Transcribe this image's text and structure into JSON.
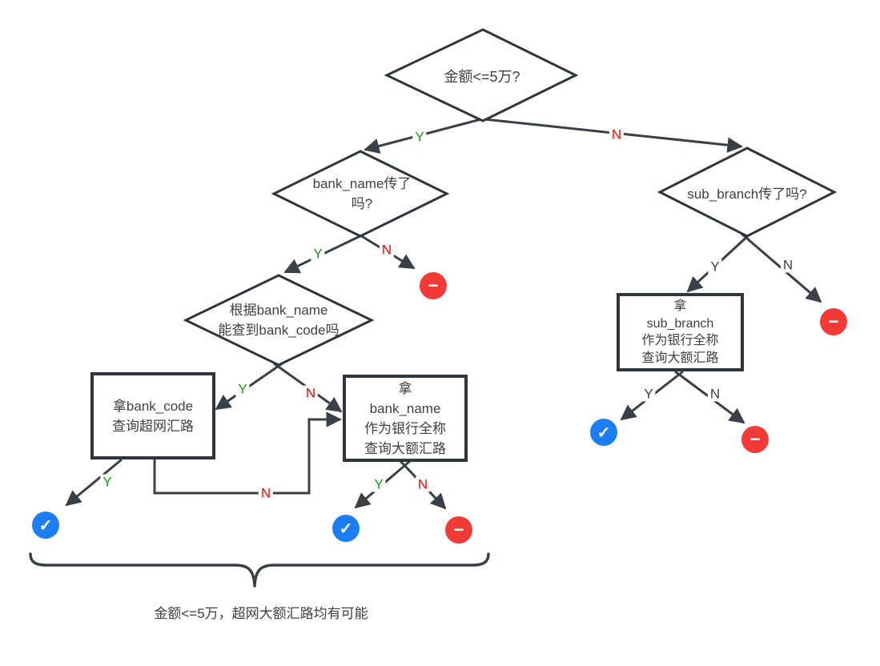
{
  "colors": {
    "background": "#ffffff",
    "line": "#3a4048",
    "shape_border": "#2f353f",
    "text": "#404040",
    "yes_label_green": "#0fa00f",
    "no_label_red": "#ff0000",
    "neutral_label": "#3a4048",
    "check_circle_blue": "#1d7df2",
    "minus_circle_red": "#f23b36",
    "icon_glyph": "#ffffff"
  },
  "icons": {
    "check": "✓",
    "minus": "−"
  },
  "nodes": {
    "decision_amount": "金额<=5万?",
    "decision_bank_name": "bank_name传了\n吗?",
    "decision_bank_code": "根据bank_name\n能查到bank_code吗",
    "decision_sub_branch": "sub_branch传了吗?",
    "process_bank_code": "拿bank_code\n查询超网汇路",
    "process_bank_name": "拿\nbank_name\n作为银行全称\n查询大额汇路",
    "process_sub_branch": "拿\nsub_branch\n作为银行全称\n查询大额汇路"
  },
  "edge_labels": {
    "amount_yes": "Y",
    "amount_no": "N",
    "bank_name_yes": "Y",
    "bank_name_no": "N",
    "bank_code_yes": "Y",
    "bank_code_no": "N",
    "super_route_yes": "Y",
    "super_route_no": "N",
    "big_route_yes": "Y",
    "big_route_no": "N",
    "sub_branch_yes": "Y",
    "sub_branch_no": "N",
    "sub_big_yes": "Y",
    "sub_big_no": "N"
  },
  "caption": "金额<=5万，超网大额汇路均有可能"
}
